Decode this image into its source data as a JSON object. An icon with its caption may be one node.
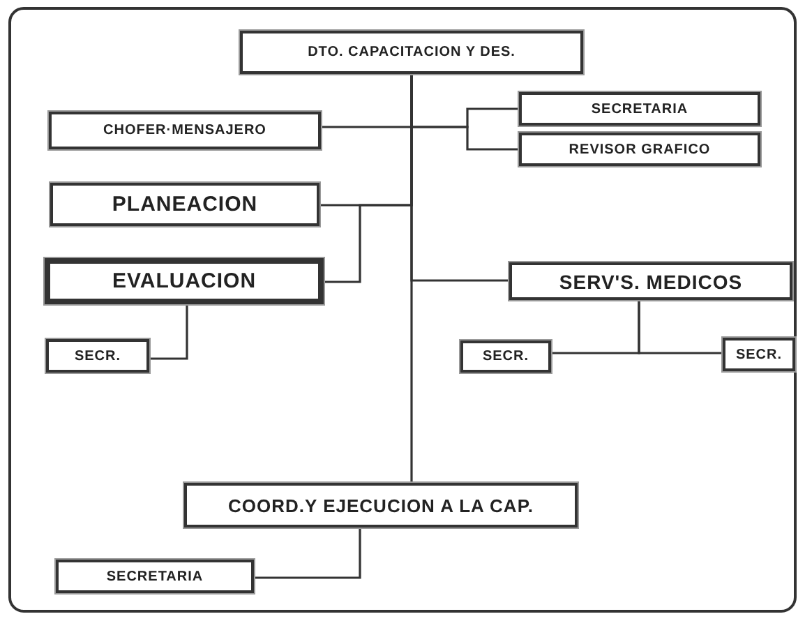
{
  "diagram": {
    "nodes": [
      {
        "text": [
          "DTO. CAPACITACION Y DES."
        ]
      },
      {
        "text": [
          "CHOFER·MENSAJERO"
        ]
      },
      {
        "text": [
          "SECRETARIA"
        ]
      },
      {
        "text": [
          "REVISOR GRAFICO"
        ]
      },
      {
        "text": [
          "PLANEACION"
        ]
      },
      {
        "text": [
          "EVALUACION"
        ]
      },
      {
        "text": [
          "SERV'S. MEDICOS"
        ]
      },
      {
        "text": [
          "SECR."
        ]
      },
      {
        "text": [
          "SECR."
        ]
      },
      {
        "text": [
          "SECR."
        ]
      },
      {
        "text": [
          "COORD.Y EJECUCION A LA CAP."
        ]
      },
      {
        "text": [
          "SECRETARIA"
        ]
      }
    ],
    "edges": [
      {
        "from": 0,
        "to": 1,
        "arrow": "none"
      },
      {
        "from": 0,
        "to": 2,
        "arrow": "none"
      },
      {
        "from": 0,
        "to": 3,
        "arrow": "none"
      },
      {
        "from": 0,
        "to": 4,
        "arrow": "none"
      },
      {
        "from": 0,
        "to": 5,
        "arrow": "none"
      },
      {
        "from": 0,
        "to": 6,
        "arrow": "none"
      },
      {
        "from": 0,
        "to": 10,
        "arrow": "none"
      },
      {
        "from": 5,
        "to": 7,
        "arrow": "none"
      },
      {
        "from": 6,
        "to": 8,
        "arrow": "none"
      },
      {
        "from": 6,
        "to": 9,
        "arrow": "none"
      },
      {
        "from": 10,
        "to": 11,
        "arrow": "none"
      }
    ]
  }
}
